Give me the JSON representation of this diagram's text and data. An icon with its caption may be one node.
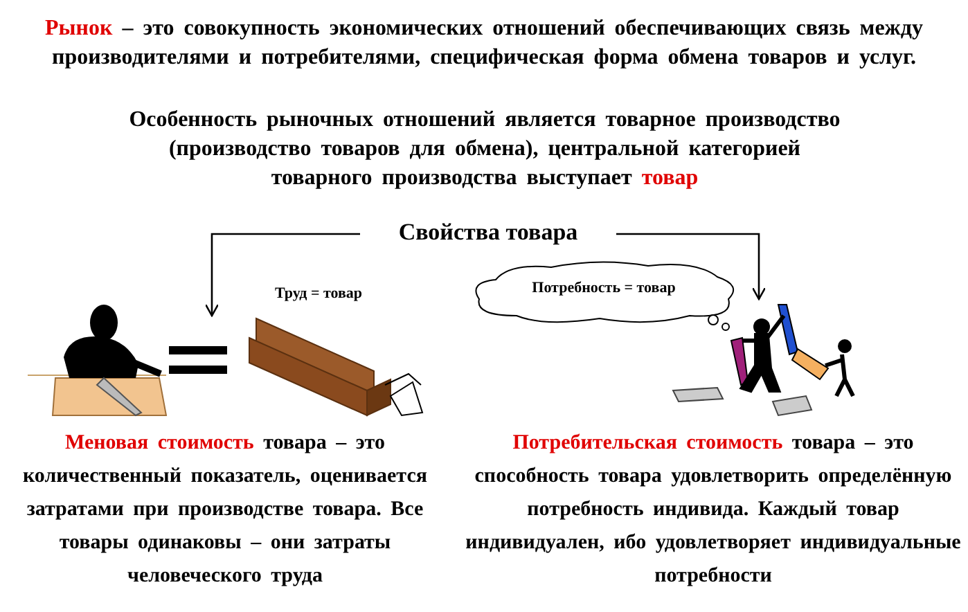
{
  "diagram": {
    "title": "**Рынок** – это совокупность экономических отношений обеспечивающих связь между производителями и потребителями, специфическая форма обмена товаров и услуг.",
    "nodes": [
      {
        "text": [
          "Свойства товара"
        ]
      },
      {
        "text": [],
        "shape": "picture",
        "beside": [
          "Труд = товар"
        ]
      },
      {
        "text": [
          "Потребность = товар"
        ]
      },
      {
        "text": [],
        "shape": "picture"
      }
    ],
    "edges": [
      {
        "from": 0,
        "to": 1,
        "arrow": "to"
      },
      {
        "from": 0,
        "to": 3,
        "arrow": "to"
      }
    ],
    "labels": [
      "Особенность рыночных отношений является товарное производство (производство товаров для обмена), центральной категорией товарного производства выступает **товар**",
      "**Меновая стоимость** товара – это количественный показатель, оценивается затратами при производстве товара. Все товары одинаковы – они затраты человеческого труда",
      "**Потребительская стоимость** товара – это способность товара удовлетворить определённую потребность индивида. Каждый товар индивидуален, ибо удовлетворяет индивидуальные потребности"
    ]
  }
}
